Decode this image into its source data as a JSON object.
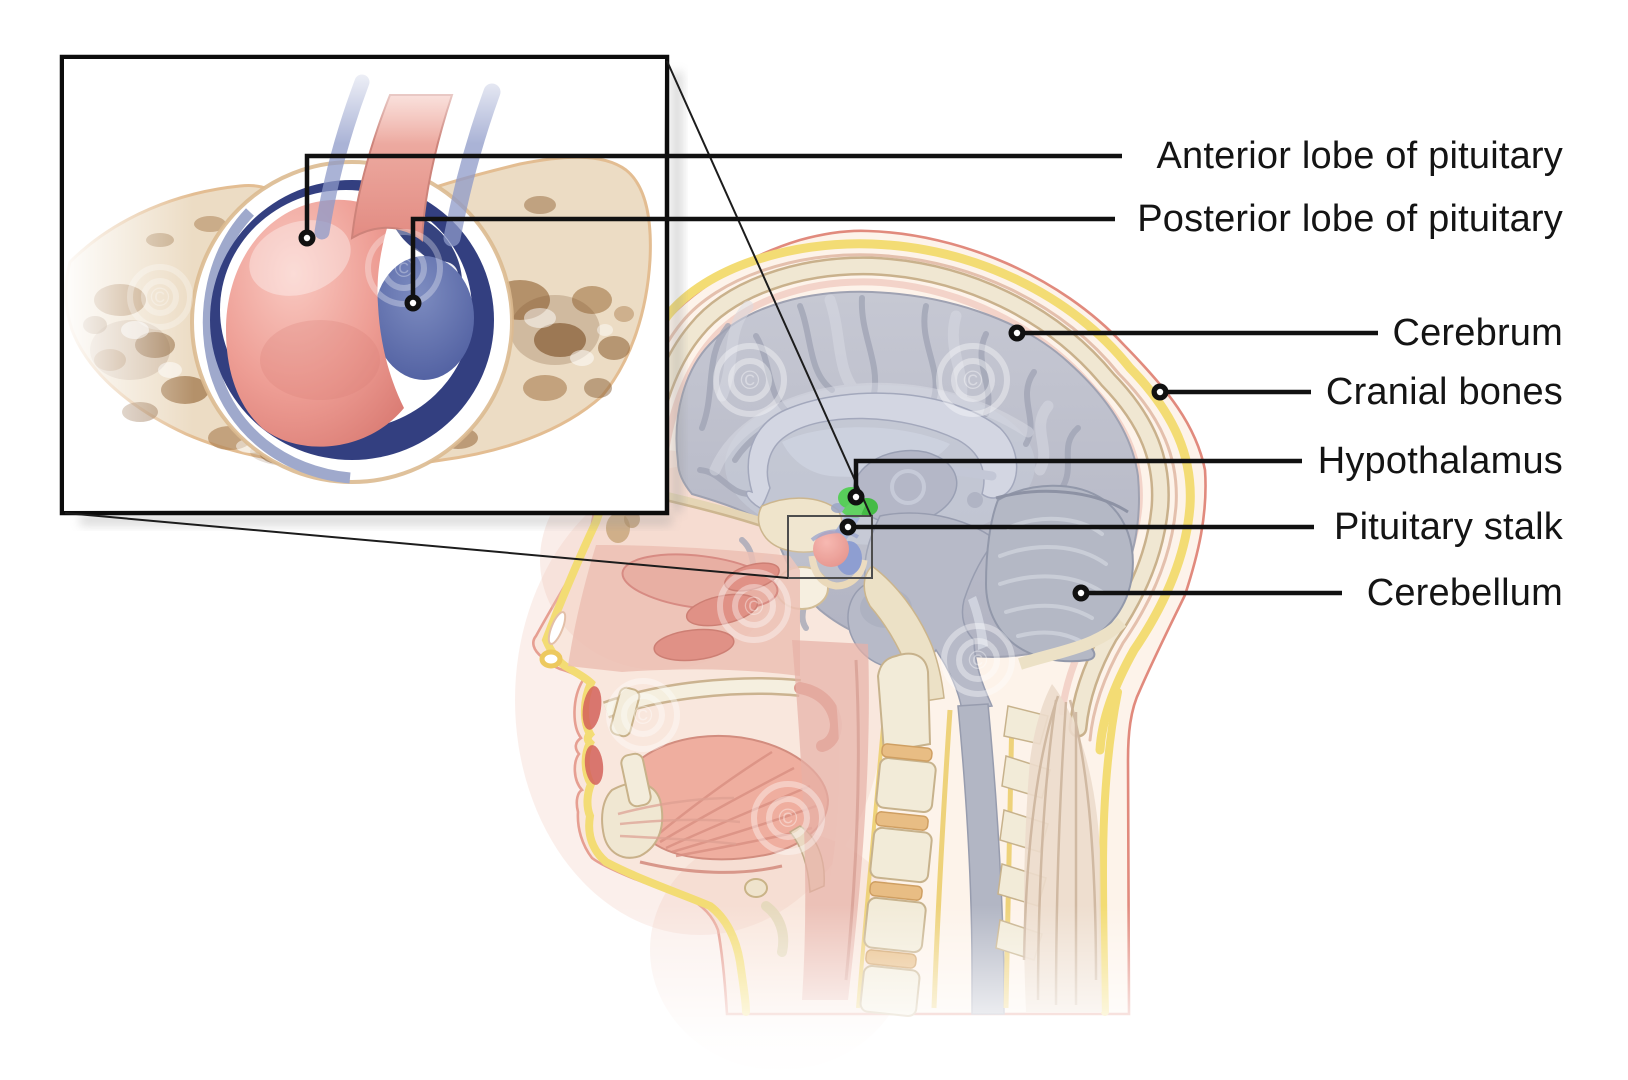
{
  "figure": {
    "watermark": "©"
  },
  "labels": [
    {
      "id": "anterior-lobe-of-pituitary",
      "text": "Anterior lobe of pituitary"
    },
    {
      "id": "posterior-lobe-of-pituitary",
      "text": "Posterior lobe of pituitary"
    },
    {
      "id": "cerebrum",
      "text": "Cerebrum"
    },
    {
      "id": "cranial-bones",
      "text": "Cranial bones"
    },
    {
      "id": "hypothalamus",
      "text": "Hypothalamus"
    },
    {
      "id": "pituitary-stalk",
      "text": "Pituitary stalk"
    },
    {
      "id": "cerebellum",
      "text": "Cerebellum"
    }
  ],
  "colors": {
    "label_text": "#141414",
    "leader_line": "#111111",
    "hypothalamus_highlight": "#4ec84e",
    "anterior_lobe_pink": "#ef9e95",
    "posterior_lobe_blue": "#5a68ac",
    "pituitary_cup_navy": "#333f80",
    "bone_cream": "#efe6d1",
    "trabecular_brown": "#9c7045",
    "subcutaneous_yellow": "#f3dc74",
    "brain_gray": "#bdbfcc",
    "cerebellum_gray": "#b4b8c5",
    "skin_line": "#e18a7d"
  }
}
